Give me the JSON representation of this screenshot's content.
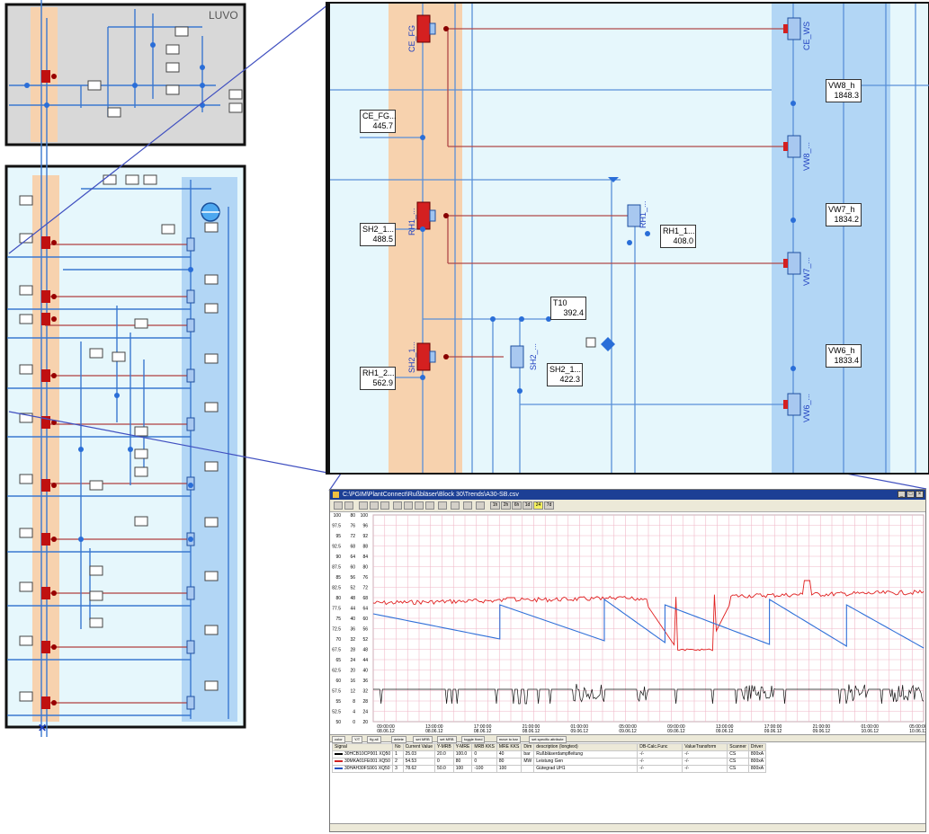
{
  "overview": {
    "luvo_label": "LUVO"
  },
  "detail": {
    "ce_fg_icon_label": "CE_FG",
    "ce_ws_icon_label": "CE_WS",
    "rh1_icon_label": "RH1_...",
    "sh2_icon_label": "SH2_1...",
    "sh2_valve_label": "SH2_...",
    "rh1_valve_label": "RH1_...",
    "vw8_icon_label": "VW8_...",
    "vw7_icon_label": "VW7_...",
    "vw6_icon_label": "VW6_...",
    "boxes": {
      "ce_fg": {
        "name": "CE_FG...",
        "value": "445.7"
      },
      "sh2_left": {
        "name": "SH2_1...",
        "value": "488.5"
      },
      "rh1_2": {
        "name": "RH1_2...",
        "value": "562.9"
      },
      "rh1_right": {
        "name": "RH1_1...",
        "value": "408.0"
      },
      "t10": {
        "name": "T10",
        "value": "392.4"
      },
      "sh2_right": {
        "name": "SH2_1...",
        "value": "422.3"
      },
      "vw8_h": {
        "name": "VW8_h",
        "value": "1848.3"
      },
      "vw7_h": {
        "name": "VW7_h",
        "value": "1834.2"
      },
      "vw6_h": {
        "name": "VW6_h",
        "value": "1833.4"
      }
    }
  },
  "trend": {
    "title": "C:\\PGIM\\PlantConnect\\Rußbläser\\Block 30\\Trends\\A30-SB.csv",
    "toolbar_ranges": [
      "1h",
      "2h",
      "6h",
      "1d",
      "24",
      "7d"
    ],
    "axis_labels": {
      "col1": [
        "100",
        "97.5",
        "95",
        "92.5",
        "90",
        "87.5",
        "85",
        "82.5",
        "80",
        "77.5",
        "75",
        "72.5",
        "70",
        "67.5",
        "65",
        "62.5",
        "60",
        "57.5",
        "55",
        "52.5",
        "50"
      ],
      "col2": [
        "80",
        "76",
        "72",
        "68",
        "64",
        "60",
        "56",
        "52",
        "48",
        "44",
        "40",
        "36",
        "32",
        "28",
        "24",
        "20",
        "16",
        "12",
        "8",
        "4",
        "0"
      ],
      "col3": [
        "100",
        "96",
        "92",
        "88",
        "84",
        "80",
        "76",
        "72",
        "68",
        "64",
        "60",
        "56",
        "52",
        "48",
        "44",
        "40",
        "36",
        "32",
        "28",
        "24",
        "20"
      ]
    },
    "time_ticks": [
      {
        "t": "09:00:00",
        "d": "08.06.12"
      },
      {
        "t": "13:00:00",
        "d": "08.06.12"
      },
      {
        "t": "17:00:00",
        "d": "08.06.12"
      },
      {
        "t": "21:00:00",
        "d": "08.06.12"
      },
      {
        "t": "01:00:00",
        "d": "09.06.12"
      },
      {
        "t": "05:00:00",
        "d": "09.06.12"
      },
      {
        "t": "09:00:00",
        "d": "09.06.12"
      },
      {
        "t": "13:00:00",
        "d": "09.06.12"
      },
      {
        "t": "17:00:00",
        "d": "09.06.12"
      },
      {
        "t": "21:00:00",
        "d": "09.06.12"
      },
      {
        "t": "01:00:00",
        "d": "10.06.12"
      },
      {
        "t": "05:00:00",
        "d": "10.06.12"
      }
    ],
    "tabs": [
      "color",
      "Y/T",
      "fig all",
      "delete",
      "set MRB",
      "set MRB",
      "toggle fixed",
      "move to bar",
      "set specific attribute"
    ],
    "columns": [
      "Signal",
      "No",
      "Current Value",
      "Y-MRB",
      "Y-MRE",
      "MRB KKS",
      "MRE KKS",
      "Dim",
      "description (longtext)",
      "DB-Calc.Func",
      "ValueTransform",
      "Scanner",
      "Driver"
    ],
    "rows": [
      {
        "signal": "30HCB10CP001 XQ50",
        "no": "1",
        "value": "25.03",
        "ymrb": "20.0",
        "ymre": "100.0",
        "mrbkks": "0",
        "mrekks": "40",
        "dim": "bar",
        "desc": "Rußbläserdampfleitung",
        "calc": "-/-",
        "vt": "-/-",
        "scanner": "CS",
        "driver": "800xA",
        "color": "#000000"
      },
      {
        "signal": "30MKA01FE001 XQ50",
        "no": "2",
        "value": "54.53",
        "ymrb": "0",
        "ymre": "80",
        "mrbkks": "0",
        "mrekks": "80",
        "dim": "MW",
        "desc": "Leistung Gen",
        "calc": "-/-",
        "vt": "-/-",
        "scanner": "CS",
        "driver": "800xA",
        "color": "#d02020"
      },
      {
        "signal": "30HAH30FS901 XQ50",
        "no": "3",
        "value": "78.62",
        "ymrb": "50.0",
        "ymre": "100",
        "mrbkks": "-100",
        "mrekks": "100",
        "dim": "",
        "desc": "Gütegrad UH1",
        "calc": "-/-",
        "vt": "-/-",
        "scanner": "CS",
        "driver": "800xA",
        "color": "#2050c0"
      }
    ]
  },
  "colors": {
    "accent_blue": "#3070d8",
    "heater_red": "#d42020",
    "panel_light": "#e8f8fc",
    "panel_orange": "#fad5b0",
    "panel_blue": "#b0d4f4"
  }
}
